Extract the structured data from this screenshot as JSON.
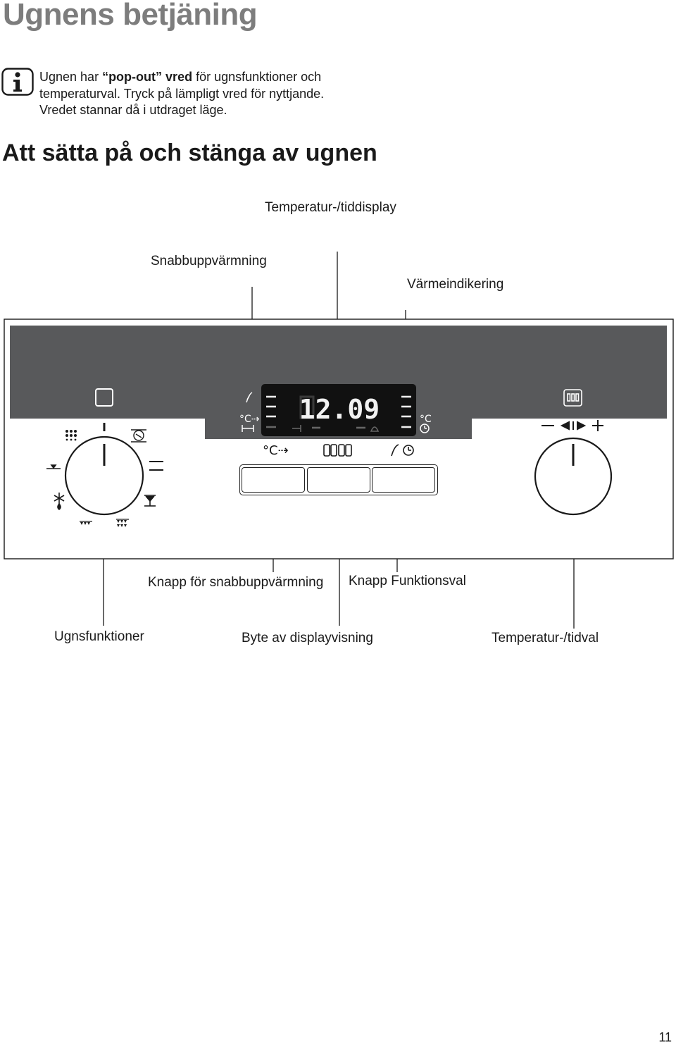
{
  "page": {
    "title": "Ugnens betjäning",
    "subtitle": "Att sätta på och stänga av ugnen",
    "page_number": "11"
  },
  "info": {
    "icon": "info-icon",
    "text_before": "Ugnen har ",
    "text_bold1": "“pop-out”",
    "text_space": " ",
    "text_bold2": "vred",
    "text_after": " för ugnsfunktioner och temperaturval. Tryck på lämpligt vred för nyttjande. Vredet stannar då i utdraget läge."
  },
  "labels": {
    "temp_time_display": "Temperatur-/tiddisplay",
    "quick_heat": "Snabbuppvärmning",
    "heat_indicator": "Värmeindikering",
    "quick_heat_button": "Knapp för snabbuppvärmning",
    "function_button": "Knapp Funktionsval",
    "oven_functions": "Ugnsfunktioner",
    "display_toggle": "Byte av displayvisning",
    "temp_time_select": "Temperatur-/tidval"
  },
  "display": {
    "time": "12.09",
    "temp_unit": "°C"
  },
  "colors": {
    "panel": "#58595b",
    "display_bg": "#111111",
    "heading_gray": "#7d7d7d"
  }
}
